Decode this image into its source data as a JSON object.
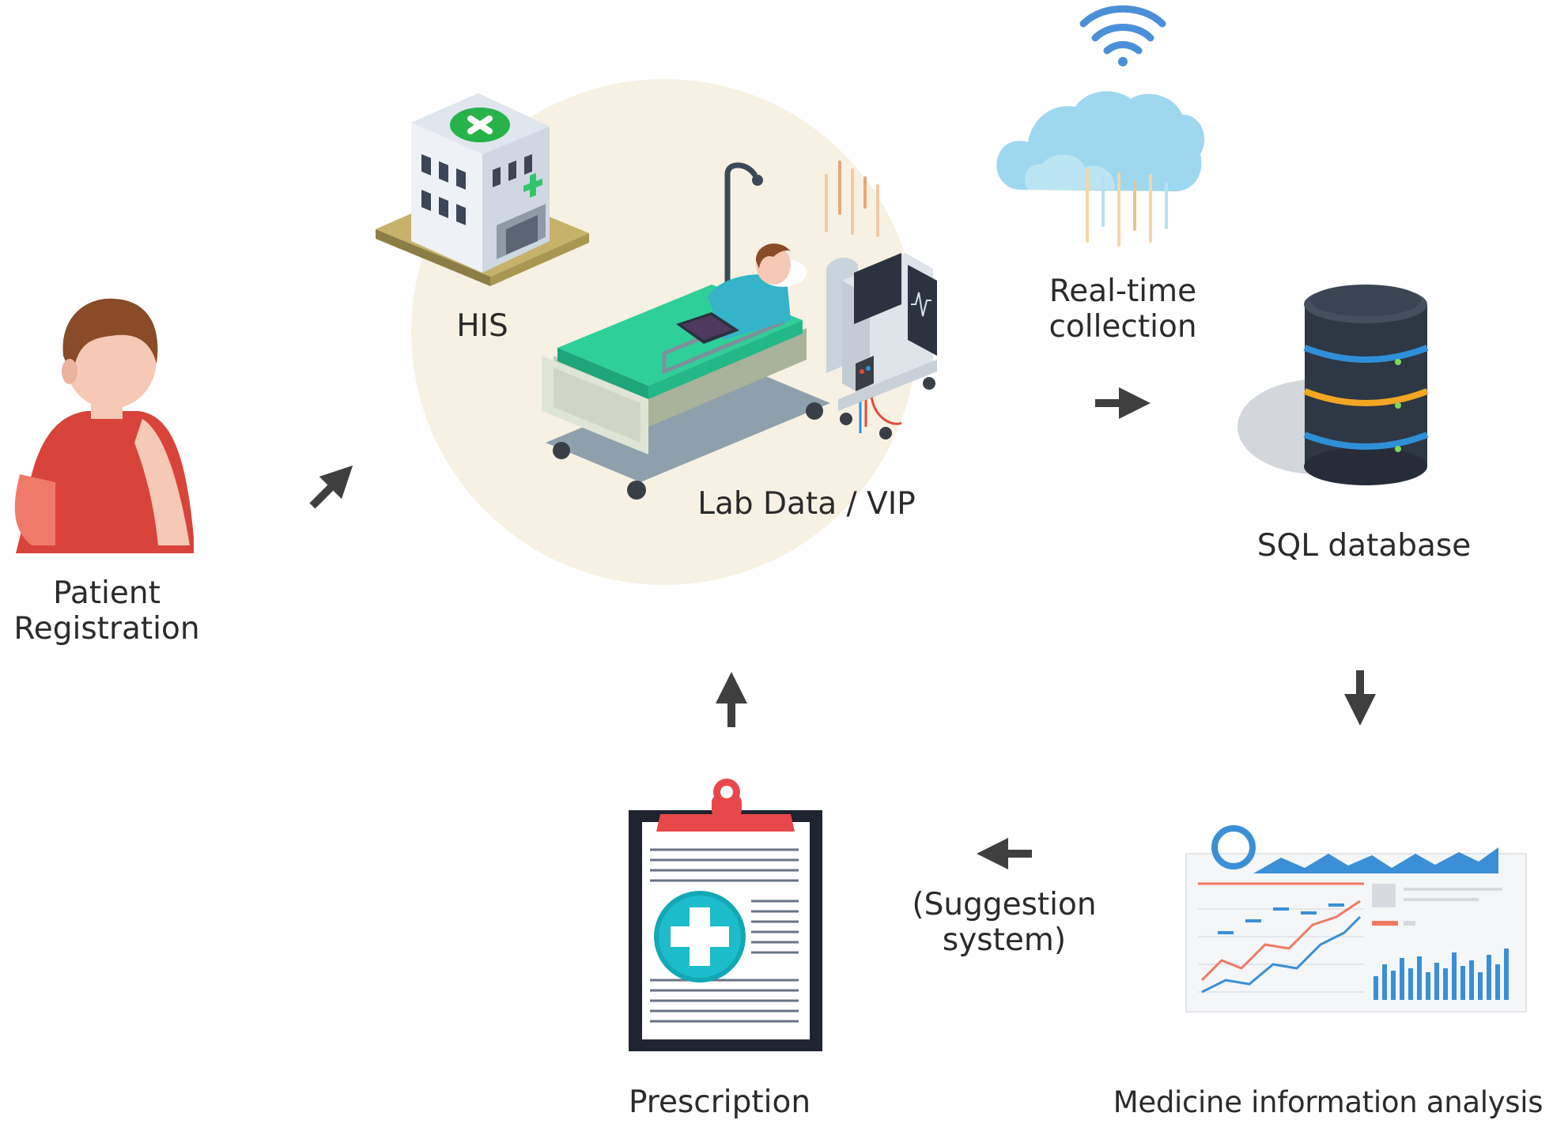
{
  "nodes": {
    "patient": {
      "lines": [
        "Patient",
        "Registration"
      ]
    },
    "his": {
      "label": "HIS"
    },
    "lab": {
      "label": "Lab Data / VIP"
    },
    "realtime": {
      "lines": [
        "Real-time",
        "collection"
      ]
    },
    "sql": {
      "label": "SQL database"
    },
    "analysis": {
      "label": "Medicine information analysis"
    },
    "suggestion": {
      "lines": [
        "(Suggestion",
        "system)"
      ]
    },
    "prescription": {
      "label": "Prescription"
    }
  },
  "icons": [
    "person-icon",
    "hospital-building-icon",
    "hospital-bed-icon",
    "patient-monitor-icon",
    "wifi-icon",
    "cloud-icon",
    "database-icon",
    "dashboard-icon",
    "clipboard-icon",
    "arrow-icon"
  ],
  "colors": {
    "text": "#2b2b2b",
    "arrow": "#3f3f3f",
    "circle": "#f7f1e3",
    "wifi": "#4a90d9",
    "cloud": "#9ed8ef",
    "shirt": "#d9443a",
    "hair": "#8a4b28",
    "bed": "#2fcf9a",
    "db_dark": "#2e3744",
    "db_ring_blue": "#2f8fd8",
    "db_ring_orange": "#f2a623",
    "chart_blue": "#3a8fd6",
    "chart_red": "#f07a64",
    "clip_red": "#e8484a",
    "clip_frame": "#1f2430",
    "medical_teal": "#12a8b6"
  }
}
